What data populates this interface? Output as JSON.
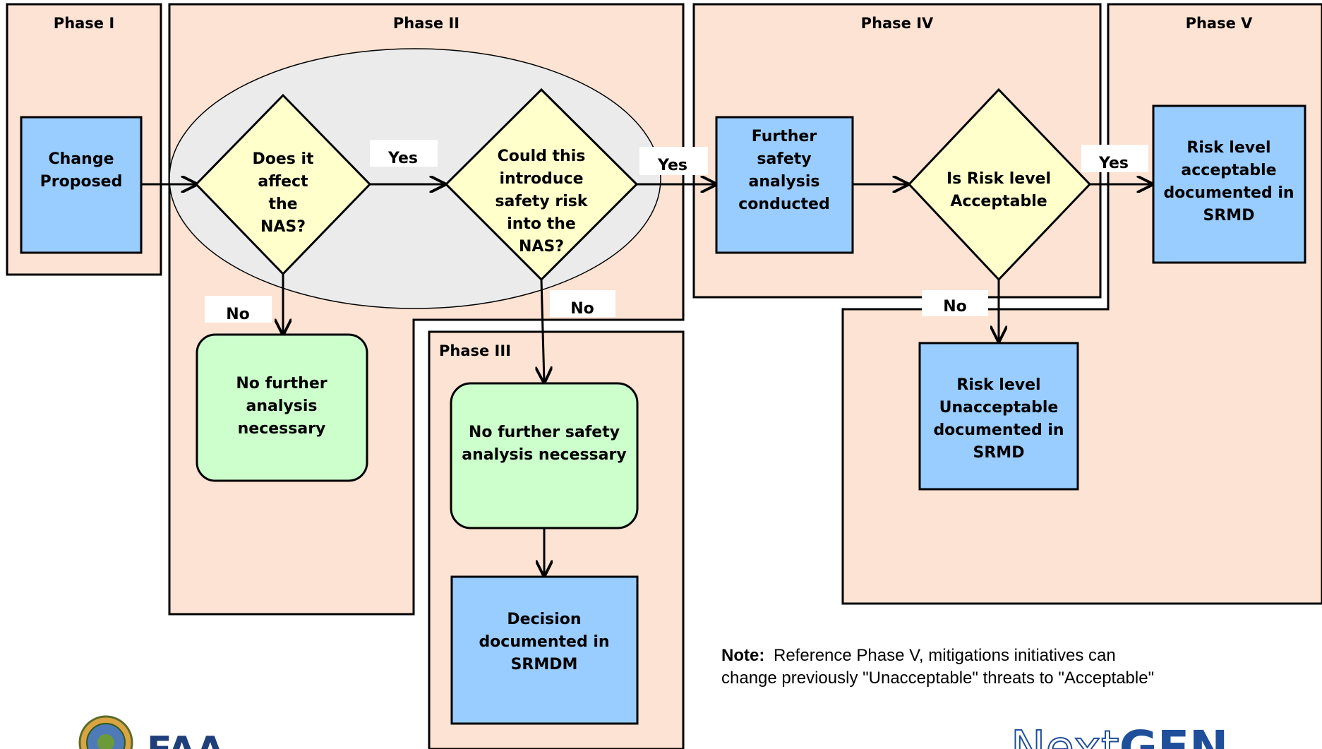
{
  "phases": {
    "phase1": "Phase I",
    "phase2": "Phase II",
    "phase3": "Phase III",
    "phase4": "Phase IV",
    "phase5": "Phase V"
  },
  "nodes": {
    "change_proposed": [
      "Change",
      "Proposed"
    ],
    "affect_nas": [
      "Does it",
      "affect",
      "the",
      "NAS?"
    ],
    "introduce_risk": [
      "Could this",
      "introduce",
      "safety risk",
      "into the",
      "NAS?"
    ],
    "no_further_analysis": [
      "No further",
      "analysis",
      "necessary"
    ],
    "no_further_safety": [
      "No further safety",
      "analysis necessary"
    ],
    "decision_documented": [
      "Decision",
      "documented in",
      "SRMDM"
    ],
    "further_analysis": [
      "Further",
      "safety",
      "analysis",
      "conducted"
    ],
    "risk_acceptable_q": [
      "Is Risk level",
      "Acceptable"
    ],
    "risk_acceptable_doc": [
      "Risk level",
      "acceptable",
      "documented in",
      "SRMD"
    ],
    "risk_unacceptable_doc": [
      "Risk level",
      "Unacceptable",
      "documented in",
      "SRMD"
    ]
  },
  "edge_labels": {
    "yes1": "Yes",
    "yes2": "Yes",
    "yes3": "Yes",
    "no1": "No",
    "no2": "No",
    "no3": "No"
  },
  "note": {
    "bold": "Note:",
    "line1": "Reference Phase V, mitigations initiatives can",
    "line2": "change previously \"Unacceptable\" threats to \"Acceptable\""
  },
  "logos": {
    "faa": "FAA",
    "nextgen_light": "Next",
    "nextgen_bold": "GEN"
  },
  "colors": {
    "phase_bg": "#fde3d3",
    "box_blue": "#99ccff",
    "diamond_yellow": "#ffffcc",
    "box_green": "#ccffcc",
    "ellipse_gray": "#ebebeb",
    "nextgen_blue": "#1f4e9a"
  }
}
